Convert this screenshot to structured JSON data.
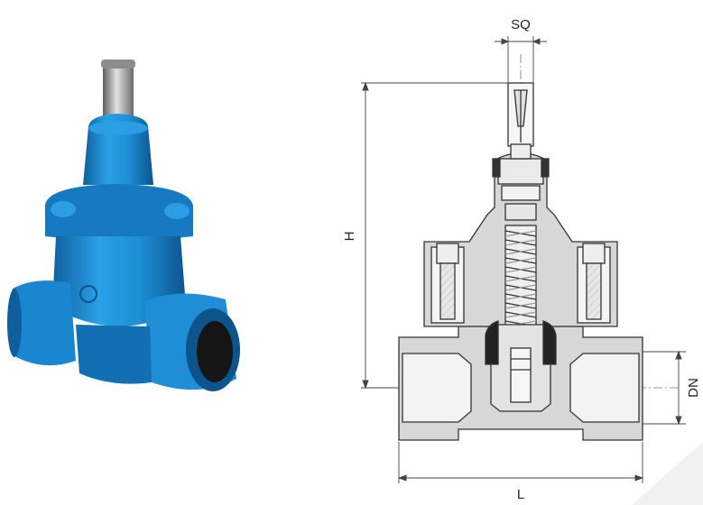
{
  "dimensions": {
    "top_width": "SQ",
    "height": "H",
    "nominal_diameter": "DN",
    "length": "L"
  },
  "colors": {
    "valve_blue": "#1e8fd6",
    "valve_blue_dark": "#0f5f9e",
    "valve_blue_light": "#6cc3f3",
    "stem_steel": "#9a9a9a",
    "body_section_gray": "#d7d7d7",
    "line": "#333333"
  }
}
